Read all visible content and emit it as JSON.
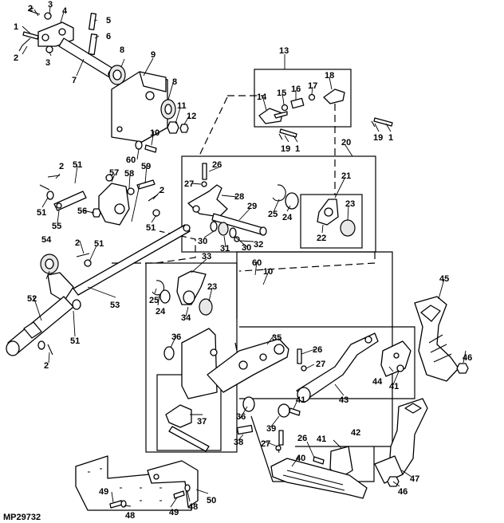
{
  "diagram": {
    "reference_code": "MP29732",
    "callouts": [
      "1",
      "2",
      "3",
      "4",
      "5",
      "6",
      "7",
      "8",
      "9",
      "10",
      "11",
      "12",
      "13",
      "14",
      "15",
      "16",
      "17",
      "18",
      "19",
      "20",
      "21",
      "22",
      "23",
      "24",
      "25",
      "26",
      "27",
      "28",
      "29",
      "30",
      "31",
      "32",
      "33",
      "34",
      "35",
      "36",
      "37",
      "38",
      "39",
      "40",
      "41",
      "42",
      "43",
      "44",
      "45",
      "46",
      "47",
      "48",
      "49",
      "50",
      "51",
      "52",
      "53",
      "54",
      "55",
      "56",
      "57",
      "58",
      "59",
      "60"
    ]
  }
}
